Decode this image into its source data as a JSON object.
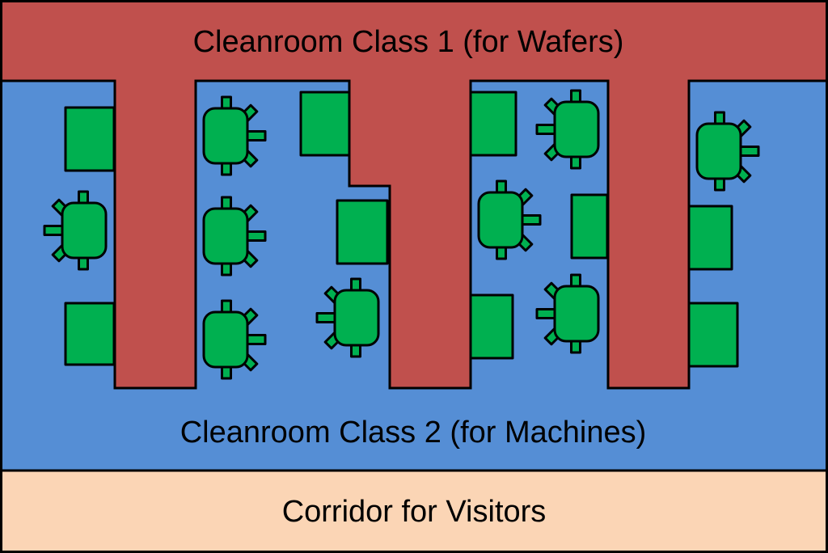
{
  "diagram": {
    "zones": {
      "class1": {
        "label": "Cleanroom Class 1 (for Wafers)",
        "color": "#C0504D"
      },
      "class2": {
        "label": "Cleanroom Class 2 (for Machines)",
        "color": "#558ED5"
      },
      "corridor": {
        "label": "Corridor for Visitors",
        "color": "#FBD5B5"
      }
    },
    "machine_color": "#00B050",
    "outline_color": "#000000",
    "shapes": {
      "square_machine": "square-machine-icon",
      "star_machine": "gear-machine-icon"
    }
  }
}
